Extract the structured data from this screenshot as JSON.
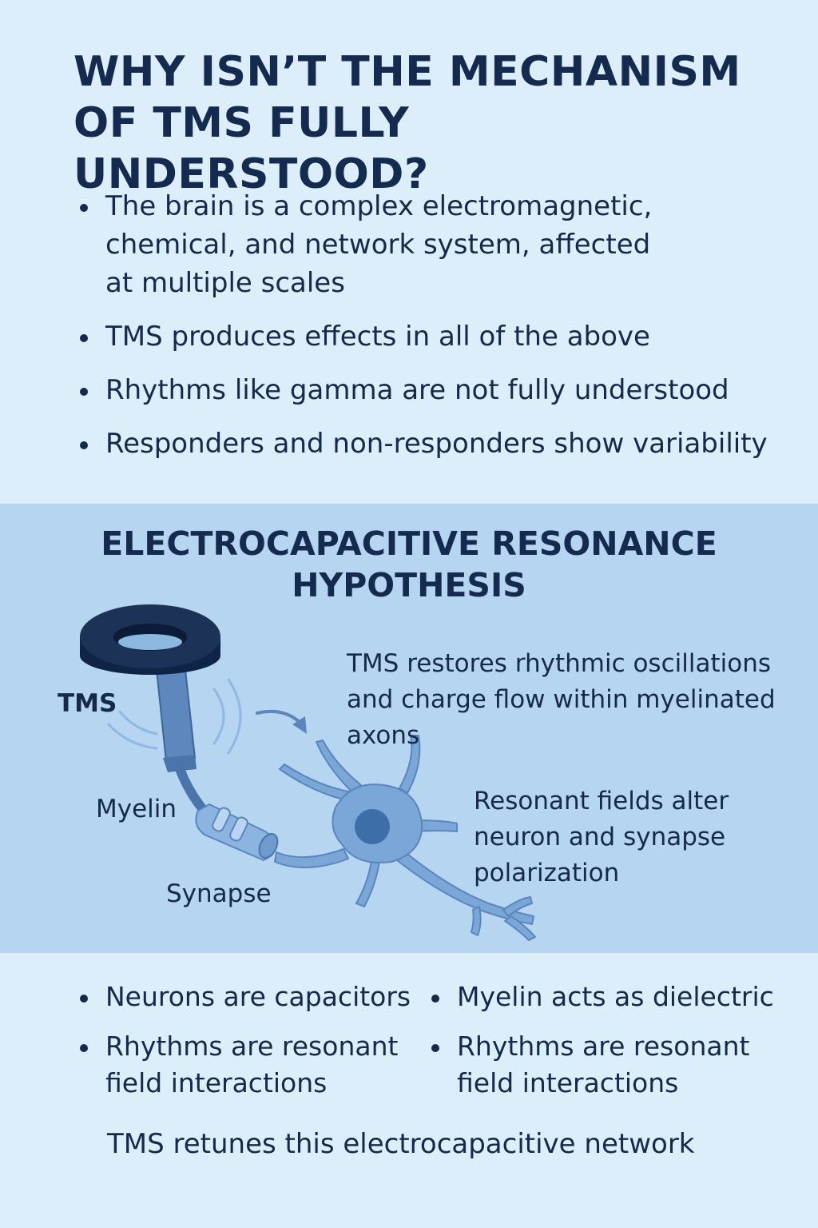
{
  "title": {
    "line1": "WHY ISN’T THE MECHANISM",
    "line2": "OF TMS FULLY UNDERSTOOD?"
  },
  "bullets": [
    "The brain is a complex electromagnetic, chemical, and network system, affected at multiple scales",
    "TMS produces effects in all of the above",
    "Rhythms like gamma are not fully understood",
    "Responders and non-responders show variability"
  ],
  "hypothesis": {
    "title_line1": "ELECTROCAPACITIVE RESONANCE",
    "title_line2": "HYPOTHESIS",
    "labels": {
      "tms": "TMS",
      "myelin": "Myelin",
      "synapse": "Synapse"
    },
    "note_top": "TMS restores rhythmic oscillations and charge flow within myelinated axons",
    "note_right": "Resonant fields alter neuron and synapse polarization"
  },
  "bottom": {
    "left": [
      "Neurons are capacitors",
      "Rhythms are resonant field interactions"
    ],
    "right": [
      "Myelin acts as dielectric",
      "Rhythms are resonant field interactions"
    ],
    "closing": "TMS retunes this electrocapacitive network"
  },
  "colors": {
    "background": "#ddeefb",
    "band": "#b6d5f1",
    "text": "#15294a",
    "coil": "#1c3256",
    "neuron": "#7aa7d8",
    "nucleus": "#3e6ea8"
  }
}
